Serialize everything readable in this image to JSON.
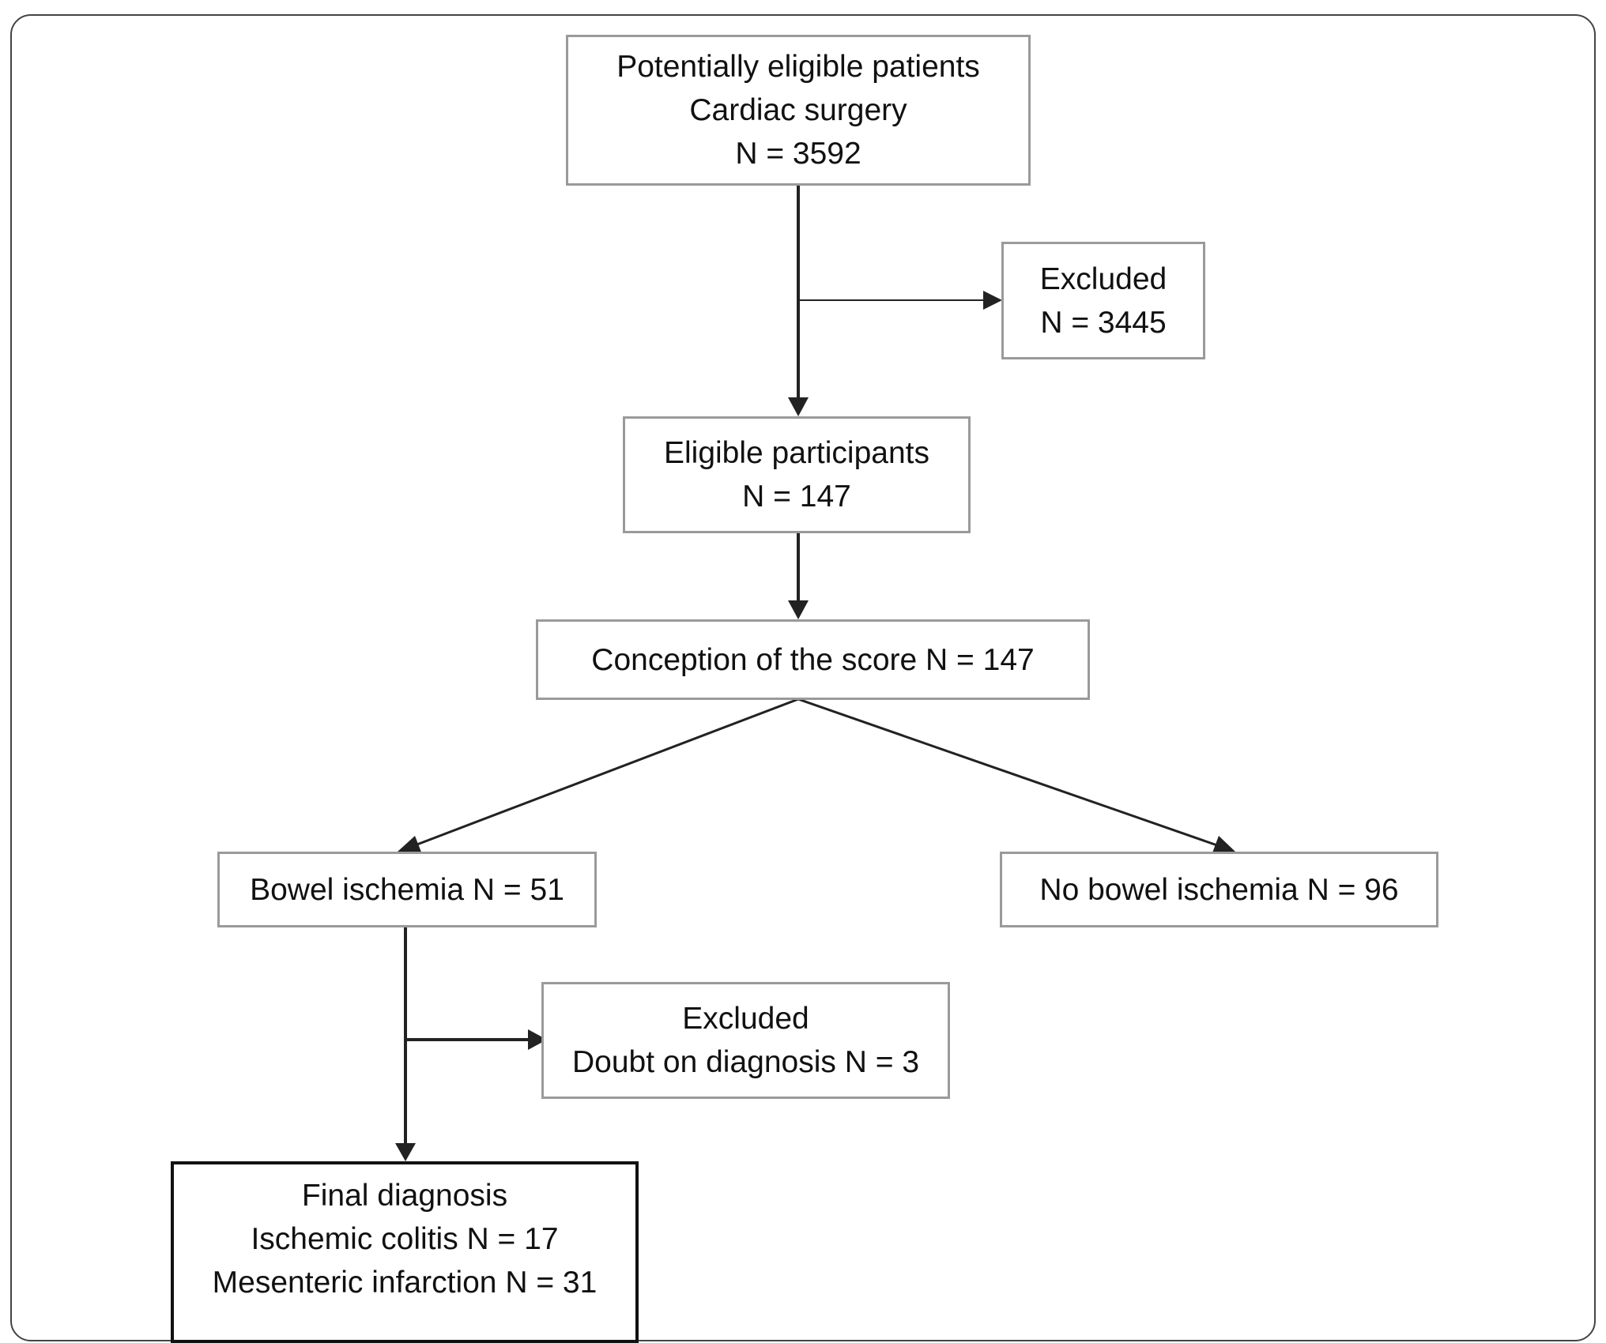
{
  "boxes": {
    "potentially_eligible": {
      "line1": "Potentially eligible patients",
      "line2": "Cardiac surgery",
      "line3": "N = 3592"
    },
    "excluded_first": {
      "line1": "Excluded",
      "line2": "N = 3445"
    },
    "eligible": {
      "line1": "Eligible participants",
      "line2": "N = 147"
    },
    "conception": {
      "line1": "Conception of the score N = 147"
    },
    "bowel_ischemia": {
      "line1": "Bowel ischemia N = 51"
    },
    "no_bowel_ischemia": {
      "line1": "No bowel ischemia N = 96"
    },
    "excluded_doubt": {
      "line1": "Excluded",
      "line2": "Doubt on diagnosis N = 3"
    },
    "final_diagnosis": {
      "line1": "Final diagnosis",
      "line2": "Ischemic colitis N = 17",
      "line3": "Mesenteric infarction N = 31"
    }
  },
  "colors": {
    "box_border": "#9a9a9a",
    "final_box_border": "#111111",
    "arrow": "#222222",
    "frame": "#444444"
  }
}
